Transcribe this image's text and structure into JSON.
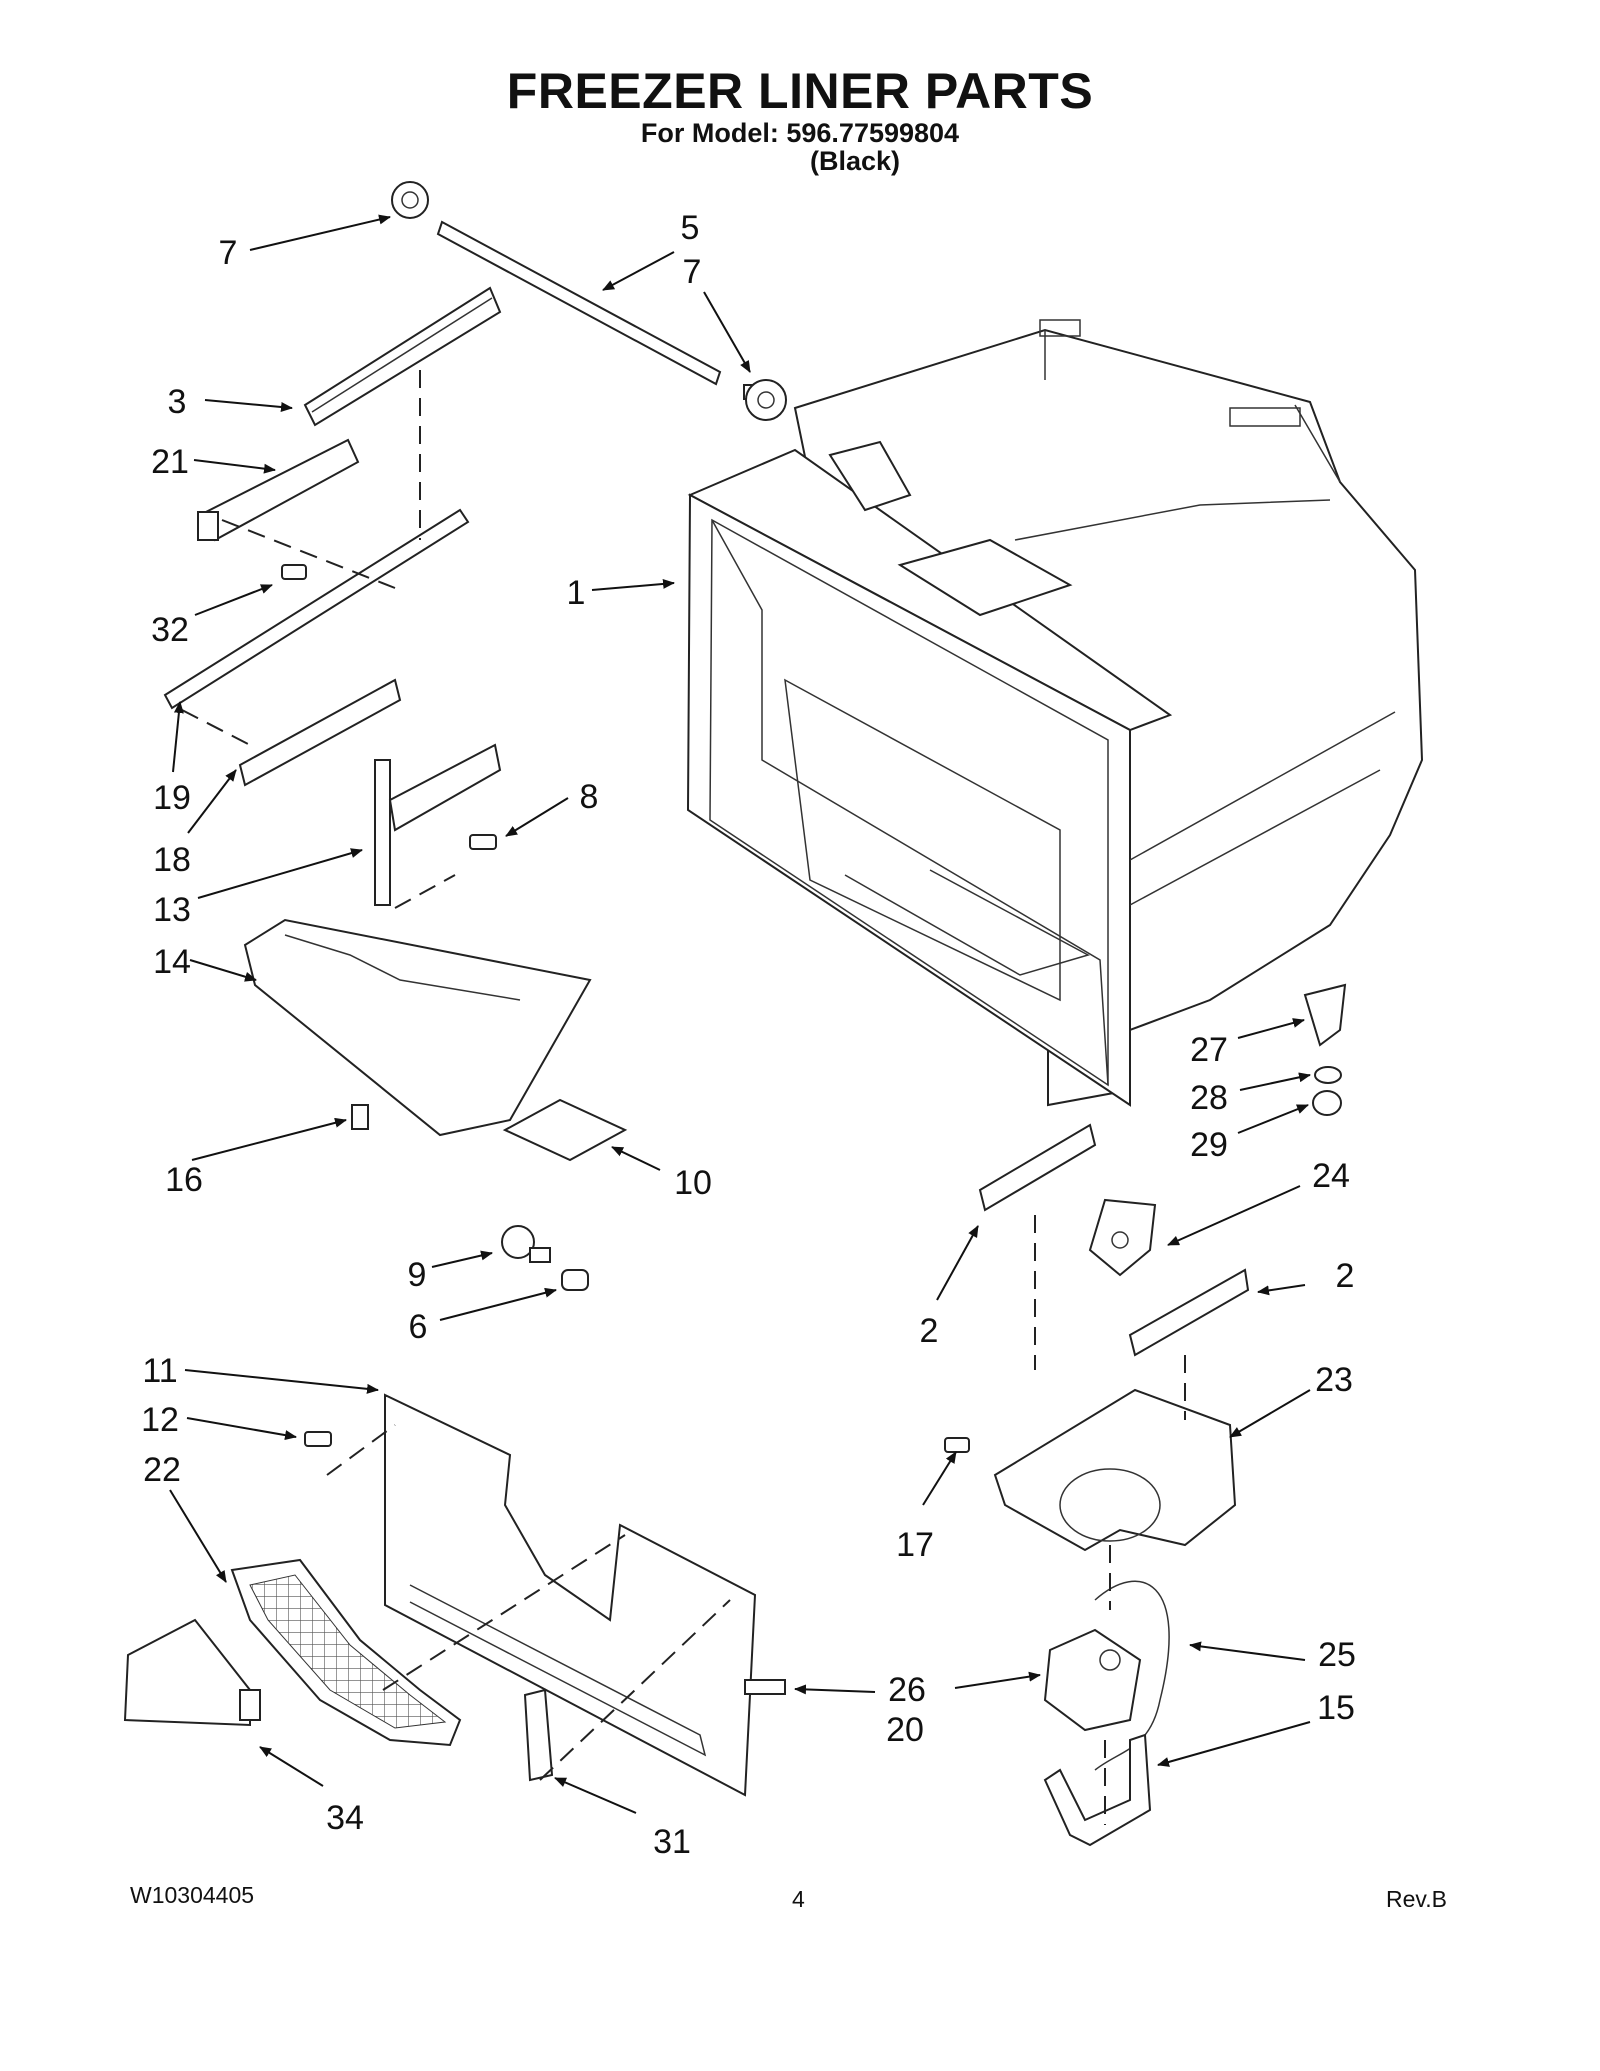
{
  "header": {
    "title": "FREEZER LINER PARTS",
    "model_line": "For Model: 596.77599804",
    "variant": "(Black)"
  },
  "callouts": {
    "c1": "1",
    "c2a": "2",
    "c2b": "2",
    "c3": "3",
    "c5": "5",
    "c6": "6",
    "c7a": "7",
    "c7b": "7",
    "c8": "8",
    "c9": "9",
    "c10": "10",
    "c11": "11",
    "c12": "12",
    "c13": "13",
    "c14": "14",
    "c15": "15",
    "c16": "16",
    "c17": "17",
    "c18": "18",
    "c19": "19",
    "c20": "20",
    "c21": "21",
    "c22": "22",
    "c23": "23",
    "c24": "24",
    "c25": "25",
    "c26": "26",
    "c27": "27",
    "c28": "28",
    "c29": "29",
    "c31": "31",
    "c32": "32",
    "c34": "34"
  },
  "footer": {
    "doc_number": "W10304405",
    "page_number": "4",
    "revision": "Rev.B"
  }
}
